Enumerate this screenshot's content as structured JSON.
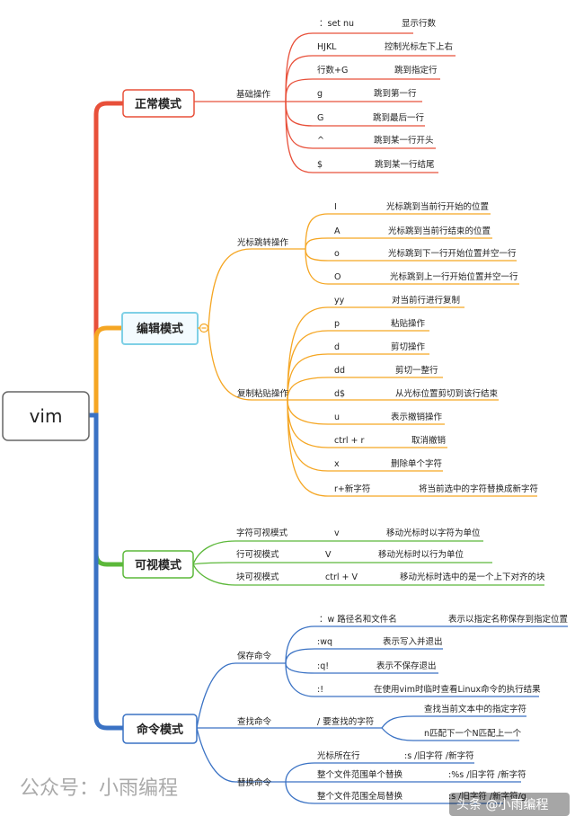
{
  "root": {
    "label": "vim"
  },
  "colors": {
    "normal": "#e8503a",
    "edit": "#f5a623",
    "visual": "#5cb83a",
    "command": "#3a72c4",
    "edit_bg": "#f3fbff",
    "edit_border": "#7fd0e6"
  },
  "categories": [
    {
      "label": "正常模式",
      "groups": [
        {
          "label": "基础操作",
          "items": [
            {
              "key": "：set nu",
              "desc": "显示行数"
            },
            {
              "key": "HJKL",
              "desc": "控制光标左下上右"
            },
            {
              "key": "行数+G",
              "desc": "跳到指定行"
            },
            {
              "key": "g",
              "desc": "跳到第一行"
            },
            {
              "key": "G",
              "desc": "跳到最后一行"
            },
            {
              "key": "^",
              "desc": "跳到某一行开头"
            },
            {
              "key": "$",
              "desc": "跳到某一行结尾"
            }
          ]
        }
      ]
    },
    {
      "label": "编辑模式",
      "groups": [
        {
          "label": "光标跳转操作",
          "items": [
            {
              "key": "I",
              "desc": "光标跳到当前行开始的位置"
            },
            {
              "key": "A",
              "desc": "光标跳到当前行结束的位置"
            },
            {
              "key": "o",
              "desc": "光标跳到下一行开始位置并空一行"
            },
            {
              "key": "O",
              "desc": "光标跳到上一行开始位置并空一行"
            }
          ]
        },
        {
          "label": "复制粘贴操作",
          "items": [
            {
              "key": "yy",
              "desc": "对当前行进行复制"
            },
            {
              "key": "p",
              "desc": "粘贴操作"
            },
            {
              "key": "d",
              "desc": "剪切操作"
            },
            {
              "key": "dd",
              "desc": "剪切一整行"
            },
            {
              "key": "d$",
              "desc": "从光标位置剪切到该行结束"
            },
            {
              "key": "u",
              "desc": "表示撤销操作"
            },
            {
              "key": "ctrl + r",
              "desc": "取消撤销"
            },
            {
              "key": "x",
              "desc": "删除单个字符"
            },
            {
              "key": "r+新字符",
              "desc": "将当前选中的字符替换成新字符"
            }
          ]
        }
      ]
    },
    {
      "label": "可视模式",
      "rows": [
        {
          "label": "字符可视模式",
          "key": "v",
          "desc": "移动光标时以字符为单位"
        },
        {
          "label": "行可视模式",
          "key": "V",
          "desc": "移动光标时以行为单位"
        },
        {
          "label": "块可视模式",
          "key": "ctrl + V",
          "desc": "移动光标时选中的是一个上下对齐的块"
        }
      ]
    },
    {
      "label": "命令模式",
      "groups": [
        {
          "label": "保存命令",
          "items": [
            {
              "key": "：w  路径名和文件名",
              "desc": "表示以指定名称保存到指定位置"
            },
            {
              "key": ":wq",
              "desc": "表示写入并退出"
            },
            {
              "key": ":q!",
              "desc": "表示不保存退出"
            },
            {
              "key": ":!",
              "desc": "在使用vim时临时查看Linux命令的执行结果"
            }
          ]
        },
        {
          "label": "查找命令",
          "key": "/ 要查找的字符",
          "items": [
            {
              "desc": "查找当前文本中的指定字符"
            },
            {
              "desc": "n匹配下一个N匹配上一个"
            }
          ]
        },
        {
          "label": "替换命令",
          "items": [
            {
              "key": "光标所在行",
              "desc": ":s /旧字符 /新字符"
            },
            {
              "key": "整个文件范围单个替换",
              "desc": ":%s /旧字符 /新字符"
            },
            {
              "key": "整个文件范围全局替换",
              "desc": ":s /旧字符 /新字符/g"
            }
          ]
        }
      ]
    }
  ],
  "watermark": {
    "left": "公众号：小雨编程",
    "right": "头条 @小雨编程"
  }
}
